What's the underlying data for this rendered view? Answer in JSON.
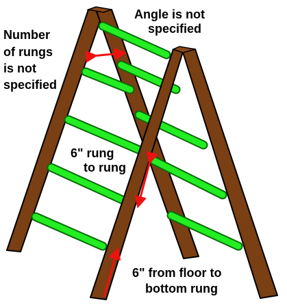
{
  "labels": {
    "angle_line1": "Angle is not",
    "angle_line2": "specified",
    "rungs_line1": "Number",
    "rungs_line2": "of rungs",
    "rungs_line3": "is not",
    "rungs_line4": "specified",
    "spacing_line1": "6\" rung",
    "spacing_line2": "to rung",
    "floor_line1": "6\" from floor to",
    "floor_line2": "bottom rung"
  },
  "colors": {
    "wood": "#7a3f12",
    "wood_outline": "#000000",
    "rung": "#22ee22",
    "rung_outline": "#0a6a0a",
    "arrow": "#ee1111",
    "text": "#000000",
    "background": "#ffffff"
  }
}
